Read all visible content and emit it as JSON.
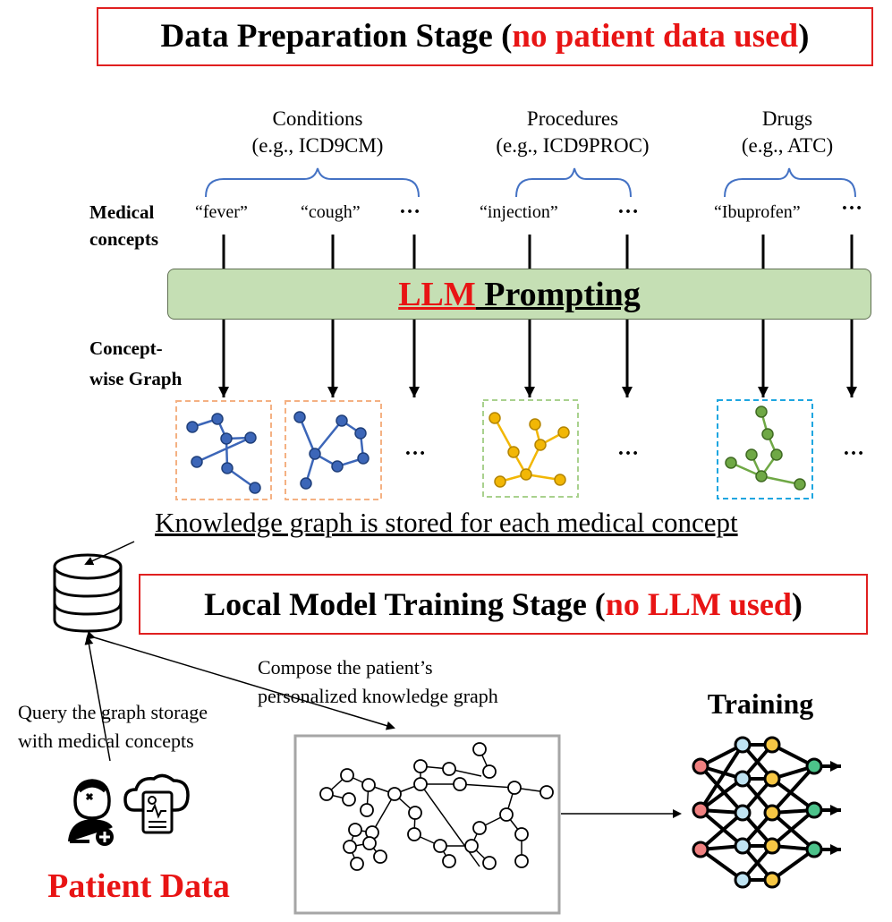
{
  "prep_stage": {
    "title_prefix": "Data Preparation Stage (",
    "title_red": "no patient data used",
    "title_suffix": ")"
  },
  "categories": [
    {
      "name": "Conditions",
      "example": "(e.g., ICD9CM)"
    },
    {
      "name": "Procedures",
      "example": "(e.g., ICD9PROC)"
    },
    {
      "name": "Drugs",
      "example": "(e.g., ATC)"
    }
  ],
  "row_labels": {
    "medical_concepts_1": "Medical",
    "medical_concepts_2": "concepts",
    "concept_graph_1": "Concept-",
    "concept_graph_2": "wise Graph"
  },
  "concepts": [
    "“fever”",
    "“cough”",
    "…",
    "“injection”",
    "…",
    "“Ibuprofen”",
    "…"
  ],
  "llm_prompting": {
    "llm": "LLM",
    "prompting": " Prompting"
  },
  "ellipsis": "…",
  "storage_caption": "Knowledge graph is stored for each medical concept",
  "training_stage": {
    "title_prefix": "Local Model Training Stage (",
    "title_red": "no LLM used",
    "title_suffix": ")"
  },
  "compose_1": "Compose the patient’s",
  "compose_2": "personalized knowledge graph",
  "query_1": "Query the graph storage",
  "query_2": "with medical concepts",
  "training_label": "Training",
  "patient_data": "Patient Data",
  "colors": {
    "red": "#e81414",
    "llm_bar": "#c5dfb4",
    "blue_node": "#3c66b8",
    "yellow_node": "#f2b705",
    "green_node": "#6fa845",
    "orange_box": "#f4b183",
    "green_box": "#a9d18e",
    "cyan_box": "#1ea6e0",
    "brace": "#4472c4"
  }
}
